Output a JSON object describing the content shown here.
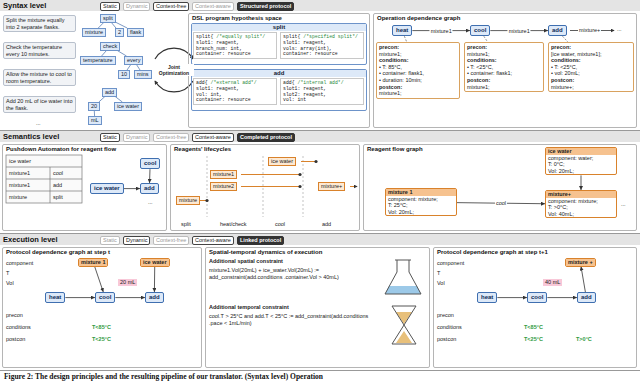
{
  "diagram": {
    "caption": "Figure 2: The design principles and the resulting pipeline of our translator. (Syntax level) Operation",
    "nodes": [
      {
        "text": [
          "Syntax level"
        ]
      },
      {
        "text": [
          "Static"
        ],
        "in": 0
      },
      {
        "text": [
          "Dynamic"
        ],
        "in": 0
      },
      {
        "text": [
          "Context-free"
        ],
        "in": 0
      },
      {
        "text": [
          "Context-aware"
        ],
        "in": 0
      },
      {
        "text": [
          "Structured protocol"
        ],
        "in": 0
      },
      {
        "text": [
          "Split the mixture equally into 2 separate flasks."
        ],
        "in": 0
      },
      {
        "text": [
          "Check the temperature every 10 minutes."
        ],
        "in": 0
      },
      {
        "text": [
          "Allow the mixture to cool to room temperature."
        ],
        "in": 0
      },
      {
        "text": [
          "Add 20 mL of ice water into the flask."
        ],
        "in": 0
      },
      {
        "text": [
          "split"
        ],
        "in": 0
      },
      {
        "text": [
          "mixture"
        ],
        "in": 0
      },
      {
        "text": [
          "2"
        ],
        "in": 0
      },
      {
        "text": [
          "flask"
        ],
        "in": 0
      },
      {
        "text": [
          "check"
        ],
        "in": 0
      },
      {
        "text": [
          "temperature"
        ],
        "in": 0
      },
      {
        "text": [
          "every"
        ],
        "in": 0
      },
      {
        "text": [
          "10"
        ],
        "in": 0
      },
      {
        "text": [
          "mins"
        ],
        "in": 0
      },
      {
        "text": [
          "add"
        ],
        "in": 0
      },
      {
        "text": [
          "ice water"
        ],
        "in": 0
      },
      {
        "text": [
          "20"
        ],
        "in": 0
      },
      {
        "text": [
          "mL"
        ],
        "in": 0
      },
      {
        "text": [
          "DSL program hypothesis space"
        ],
        "in": 0
      },
      {
        "text": [
          "split"
        ],
        "in": 23
      },
      {
        "text": [
          "split{",
          "/*equally split*/",
          "slot1: reagent,",
          "branch_num: int,",
          "container: resource"
        ],
        "in": 24
      },
      {
        "text": [
          "split{",
          "/*specified split*/",
          "slot1: reagent,",
          "vols: array(int),",
          "container: resource"
        ],
        "in": 24
      },
      {
        "text": [
          "add"
        ],
        "in": 23
      },
      {
        "text": [
          "add{",
          "/*external add*/",
          "slot1: reagent,",
          "vol: int,",
          "container: resource"
        ],
        "in": 27
      },
      {
        "text": [
          "add{",
          "/*internal add*/",
          "slot1: reagent,",
          "slot2: reagent,",
          "vol: int"
        ],
        "in": 27
      },
      {
        "text": [
          "Operation dependence graph"
        ],
        "in": 0
      },
      {
        "text": [
          "heat"
        ],
        "in": 30
      },
      {
        "text": [
          "cool"
        ],
        "in": 30
      },
      {
        "text": [
          "add"
        ],
        "in": 30
      },
      {
        "text": [
          "precon:",
          "mixture1;",
          "conditions:",
          "• T: 85°C,",
          "• container: flask1,",
          "• duration: 10min;",
          "postcon:",
          "mixture1;"
        ],
        "in": 30
      },
      {
        "text": [
          "precon:",
          "mixture1;",
          "conditions:",
          "• T: <25°C,",
          "• container: flask1;",
          "postcon:",
          "mixture1;"
        ],
        "in": 30
      },
      {
        "text": [
          "precon:",
          "[ice water, mixture1];",
          "conditions:",
          "• T: <25°C,",
          "• vol: 20mL;",
          "postcon:",
          "mixture+;"
        ],
        "in": 30
      },
      {
        "text": [
          "Semantics level"
        ]
      },
      {
        "text": [
          "Static"
        ],
        "in": 37
      },
      {
        "text": [
          "Dynamic"
        ],
        "in": 37
      },
      {
        "text": [
          "Context-free"
        ],
        "in": 37
      },
      {
        "text": [
          "Context-aware"
        ],
        "in": 37
      },
      {
        "text": [
          "Completed protocol"
        ],
        "in": 37
      },
      {
        "text": [
          "Pushdown Automaton for reagent flow"
        ],
        "in": 37
      },
      {
        "text": [
          "ice water"
        ],
        "in": 43
      },
      {
        "text": [
          "cool"
        ],
        "in": 43
      },
      {
        "text": [
          "add"
        ],
        "in": 43
      },
      {
        "text": [
          "Reagents' lifecycles"
        ],
        "in": 37
      },
      {
        "text": [
          "ice water"
        ],
        "in": 47
      },
      {
        "text": [
          "mixture1"
        ],
        "in": 47
      },
      {
        "text": [
          "mixture2"
        ],
        "in": 47
      },
      {
        "text": [
          "mixture"
        ],
        "in": 47
      },
      {
        "text": [
          "mixture+"
        ],
        "in": 47
      },
      {
        "text": [
          "Reagent flow graph"
        ],
        "in": 37
      },
      {
        "text": [
          "ice water",
          "component: water;",
          "T: 0°C;",
          "Vol: 20mL;"
        ],
        "in": 53
      },
      {
        "text": [
          "mixture 1",
          "component: mixture;",
          "T: 25°C;",
          "Vol: 20mL;"
        ],
        "in": 53
      },
      {
        "text": [
          "mixture+",
          "component: mixture;",
          "T: >0°C;",
          "Vol: 40mL;"
        ],
        "in": 53
      },
      {
        "text": [
          "Execution level"
        ]
      },
      {
        "text": [
          "Static"
        ],
        "in": 57
      },
      {
        "text": [
          "Dynamic"
        ],
        "in": 57
      },
      {
        "text": [
          "Context-free"
        ],
        "in": 57
      },
      {
        "text": [
          "Context-aware"
        ],
        "in": 57
      },
      {
        "text": [
          "Linked protocol"
        ],
        "in": 57
      },
      {
        "text": [
          "Protocol dependence graph at step t"
        ],
        "in": 57
      },
      {
        "text": [
          "mixture 1"
        ],
        "in": 63
      },
      {
        "text": [
          "ice water"
        ],
        "in": 63
      },
      {
        "text": [
          "heat"
        ],
        "in": 63
      },
      {
        "text": [
          "cool"
        ],
        "in": 63
      },
      {
        "text": [
          "add"
        ],
        "in": 63
      },
      {
        "text": [
          "Spatial-temporal dynamics of execution"
        ],
        "in": 57
      },
      {
        "text": [
          "Protocol dependence graph at step t+1"
        ],
        "in": 57
      },
      {
        "text": [
          "mixture +"
        ],
        "in": 70
      },
      {
        "text": [
          "heat"
        ],
        "in": 70
      },
      {
        "text": [
          "cool"
        ],
        "in": 70
      },
      {
        "text": [
          "add"
        ],
        "in": 70
      }
    ],
    "edges": [
      {
        "from": 10,
        "to": 11,
        "arrow": "none"
      },
      {
        "from": 10,
        "to": 12,
        "arrow": "none"
      },
      {
        "from": 10,
        "to": 13,
        "arrow": "none"
      },
      {
        "from": 14,
        "to": 15,
        "arrow": "none"
      },
      {
        "from": 14,
        "to": 16,
        "arrow": "none"
      },
      {
        "from": 16,
        "to": 17,
        "arrow": "none"
      },
      {
        "from": 16,
        "to": 18,
        "arrow": "none"
      },
      {
        "from": 19,
        "to": 20,
        "arrow": "none"
      },
      {
        "from": 19,
        "to": 21,
        "arrow": "none"
      },
      {
        "from": 21,
        "to": 22,
        "arrow": "none"
      },
      {
        "from": 31,
        "to": 32,
        "label": "mixture1",
        "arrow": "to"
      },
      {
        "from": 32,
        "to": 33,
        "label": "mixture1",
        "arrow": "to"
      },
      {
        "from": 31,
        "to": 34,
        "arrow": "none"
      },
      {
        "from": 32,
        "to": 35,
        "arrow": "none"
      },
      {
        "from": 33,
        "to": 36,
        "arrow": "none"
      },
      {
        "from": 45,
        "to": 46,
        "arrow": "to"
      },
      {
        "from": 44,
        "to": 46,
        "arrow": "to"
      },
      {
        "from": 55,
        "to": 56,
        "label": "cool",
        "arrow": "to"
      },
      {
        "from": 54,
        "to": 56,
        "arrow": "to"
      },
      {
        "from": 66,
        "to": 67,
        "arrow": "to"
      },
      {
        "from": 67,
        "to": 68,
        "arrow": "to"
      },
      {
        "from": 64,
        "to": 67,
        "arrow": "to"
      },
      {
        "from": 65,
        "to": 68,
        "arrow": "to"
      },
      {
        "from": 72,
        "to": 73,
        "arrow": "to"
      },
      {
        "from": 73,
        "to": 74,
        "arrow": "to"
      },
      {
        "from": 74,
        "to": 71,
        "arrow": "to"
      }
    ],
    "labels": [
      "...",
      "Joint Optimization",
      "mixture+",
      "...",
      "ice water",
      "mixture1",
      "cool",
      "mixture1",
      "add",
      "mixture",
      "split",
      "...",
      "split",
      "heat/check",
      "cool",
      "add",
      "...",
      "component",
      "T",
      "Vol",
      "20 mL",
      "precon",
      "conditions",
      "postcon",
      "T<85°C",
      "T<25°C",
      "Additional spatial constraint",
      "mixture1.Vol(20mL) + ice_water.Vol(20mL) := add_constraint(add.conditions .container.Vol > 40mL)",
      "Additional temporal constraint",
      "cool.T > 25°C and add.T < 25°C := add_constraint(add.conditions .pace < 1mL/min)",
      "component",
      "T",
      "Vol",
      "40 mL",
      "precon",
      "conditions",
      "postcon",
      "T<85°C",
      "T<25°C",
      "T>0°C"
    ]
  }
}
